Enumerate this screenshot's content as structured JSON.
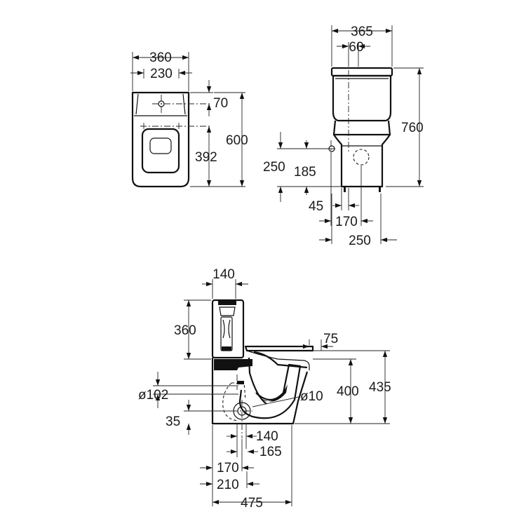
{
  "top_view": {
    "dims": {
      "width_outer": "360",
      "width_inner": "230",
      "hole_offset": "70",
      "depth": "600",
      "seat_depth": "392"
    }
  },
  "front_view": {
    "dims": {
      "tank_width": "365",
      "button_width": "60",
      "height": "760",
      "inlet_height": "250",
      "inlet_height_2": "185",
      "inlet_offset": "45",
      "base_170": "170",
      "base_250": "250"
    }
  },
  "side_view": {
    "dims": {
      "tank_depth": "140",
      "tank_height": "360",
      "seat_offset": "75",
      "pipe_diameter": "ø102",
      "bolt_diameter": "ø10",
      "rim_height": "400",
      "total_height": "435",
      "outlet_height": "35",
      "outlet_140": "140",
      "outlet_165": "165",
      "outlet_170": "170",
      "outlet_210": "210",
      "length": "475"
    }
  }
}
